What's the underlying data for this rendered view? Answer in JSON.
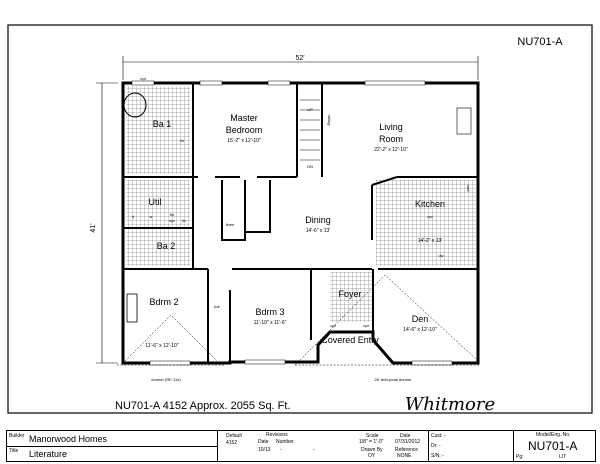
{
  "sheet": {
    "model_header": "NU701-A",
    "width_dimension": "52'",
    "depth_dimension": "41'",
    "caption": "NU701-A 4152  Approx. 2055 Sq. Ft.",
    "plan_name": "Whitmore"
  },
  "rooms": {
    "master": {
      "name_line1": "Master",
      "name_line2": "Bedroom",
      "size": "15'-2\" x 12'-10\""
    },
    "living": {
      "name_line1": "Living",
      "name_line2": "Room",
      "size": "22'-2\" x 12'-10\""
    },
    "dining": {
      "name": "Dining",
      "size": "14'-6\" x 13'"
    },
    "kitchen": {
      "name": "Kitchen",
      "size": "14'-2\" x 13'"
    },
    "ba1": {
      "name": "Ba 1"
    },
    "ba2": {
      "name": "Ba 2"
    },
    "util": {
      "name": "Util"
    },
    "bdrm2": {
      "name": "Bdrm 2",
      "size": "11'-6\" x 12'-10\""
    },
    "bdrm3": {
      "name": "Bdrm 3",
      "size": "11'-10\" x 11'-6\""
    },
    "foyer": {
      "name": "Foyer"
    },
    "den": {
      "name": "Den",
      "size": "14'-6\" x 12'-10\""
    },
    "entry": {
      "name": "Covered Entry"
    }
  },
  "annotations": {
    "opt": "opt",
    "lin": "lin",
    "up": "UP",
    "dn": "DN",
    "railing": "railing",
    "pan": "pan",
    "frz": "frz",
    "spc": "spc",
    "d": "d",
    "w": "w",
    "dw": "dw",
    "linen": "linen",
    "bdr": "bdr",
    "dormer_left": "dormer (RF-114)",
    "dormer_right": "26' twin-peak dormer"
  },
  "title_block": {
    "builder_label": "Builder",
    "builder": "Manorwood Homes",
    "title_label": "Title",
    "title": "Literature",
    "default_label": "Default",
    "default_value": "4152",
    "revisions_label": "Revisions",
    "date_label": "Date",
    "number_label": "Number",
    "revision_date": "10/13",
    "dash": "-",
    "scale_label": "Scale",
    "scale": "1/8\" = 1'-0\"",
    "date_header": "Date",
    "date": "07/31/2012",
    "drawn_by_label": "Drawn By",
    "drawn_by": "OY",
    "reference_label": "Reference",
    "reference": "NONE",
    "cust_label": "Cust: -",
    "dr_label": "Dr: -",
    "sn_label": "S/N: -",
    "model_no_label": "Model/Eng. No.",
    "model_no": "NU701-A",
    "pg_label": "Pg:",
    "pg": "LIT"
  }
}
